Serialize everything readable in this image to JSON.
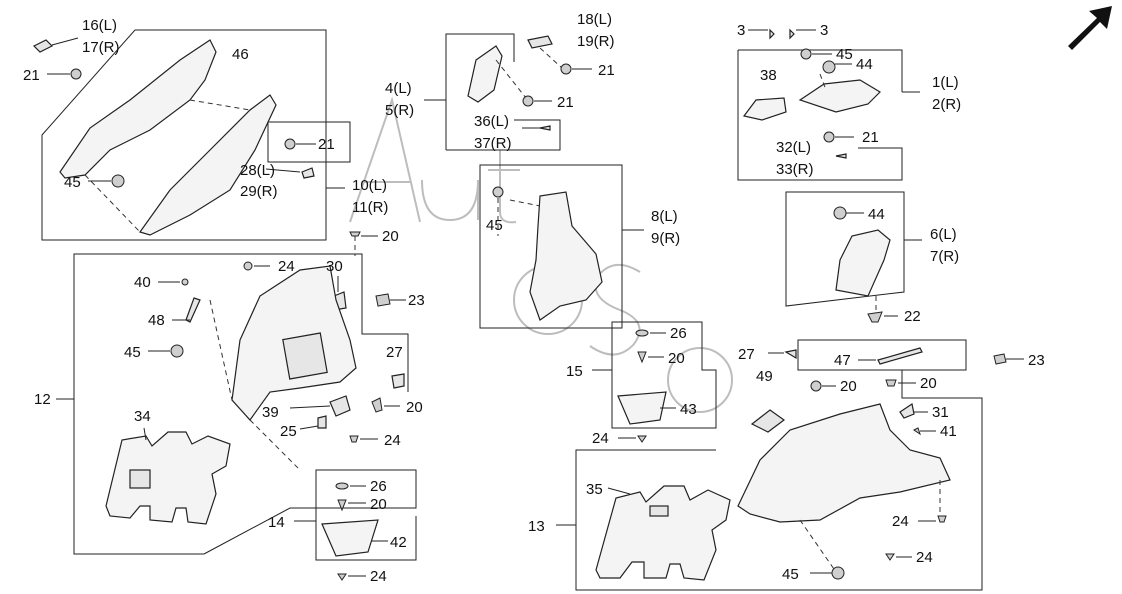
{
  "labels": {
    "l16": "16(L)",
    "l17": "17(R)",
    "l46": "46",
    "l21a": "21",
    "l45a": "45",
    "l21b": "21",
    "l28": "28(L)",
    "l29": "29(R)",
    "l10": "10(L)",
    "l11": "11(R)",
    "l20a": "20",
    "l4": "4(L)",
    "l5": "5(R)",
    "l18": "18(L)",
    "l19": "19(R)",
    "l21c": "21",
    "l21d": "21",
    "l36": "36(L)",
    "l37": "37(R)",
    "l3a": "3",
    "l3b": "3",
    "l45b": "45",
    "l44a": "44",
    "l38": "38",
    "l1": "1(L)",
    "l2": "2(R)",
    "l21e": "21",
    "l32": "32(L)",
    "l33": "33(R)",
    "l8": "8(L)",
    "l9": "9(R)",
    "l45c": "45",
    "l44b": "44",
    "l6": "6(L)",
    "l7": "7(R)",
    "l22": "22",
    "l40": "40",
    "l24a": "24",
    "l30": "30",
    "l23a": "23",
    "l48": "48",
    "l45d": "45",
    "l27a": "27",
    "l12": "12",
    "l34": "34",
    "l39": "39",
    "l20b": "20",
    "l25": "25",
    "l24b": "24",
    "l26a": "26",
    "l20c": "20",
    "l14": "14",
    "l42": "42",
    "l24c": "24",
    "l26b": "26",
    "l20d": "20",
    "l15": "15",
    "l43": "43",
    "l24d": "24",
    "l27b": "27",
    "l47": "47",
    "l23b": "23",
    "l49": "49",
    "l20e": "20",
    "l20f": "20",
    "l31": "31",
    "l41": "41",
    "l35": "35",
    "l13": "13",
    "l24e": "24",
    "l24f": "24",
    "l45e": "45"
  },
  "watermark": "Autoso",
  "arrow": "front-direction-arrow"
}
